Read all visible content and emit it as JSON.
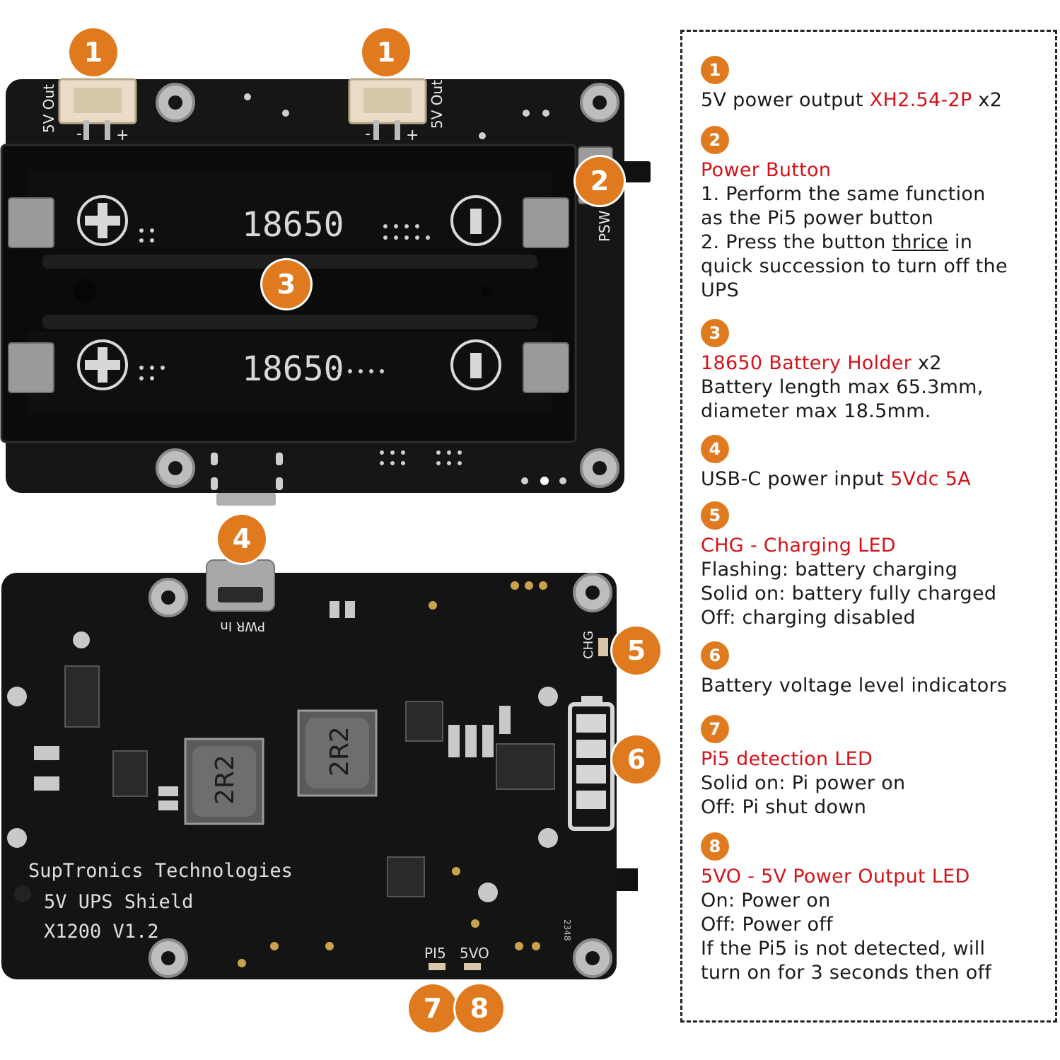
{
  "markers": [
    "1",
    "1",
    "2",
    "3",
    "4",
    "5",
    "6",
    "7",
    "8"
  ],
  "board_top": {
    "connector_label": "5V Out",
    "plus": "+",
    "minus": "-",
    "battery_label": "18650",
    "button_label": "PSW"
  },
  "board_bottom": {
    "usb_label": "PWR In",
    "chg_label": "CHG",
    "inductor_label": "2R2",
    "brand_line1": "SupTronics Technologies",
    "brand_line2": "5V UPS Shield",
    "brand_line3": "X1200 V1.2",
    "led_pi5": "PI5",
    "led_5vo": "5VO",
    "code": "2348"
  },
  "legend": {
    "i1": {
      "num": "1",
      "pre": "5V power output ",
      "red": "XH2.54-2P",
      "post": " x2"
    },
    "i2": {
      "num": "2",
      "title": "Power Button",
      "l1": "1. Perform the same function",
      "l2": "as the Pi5 power button",
      "l3a": "2. Press the button ",
      "l3u": "thrice",
      "l3b": " in",
      "l4": "quick succession to turn off the",
      "l5": "UPS"
    },
    "i3": {
      "num": "3",
      "red": "18650 Battery Holder",
      "post": " x2",
      "l1": "Battery length max 65.3mm,",
      "l2": "diameter max 18.5mm."
    },
    "i4": {
      "num": "4",
      "pre": "USB-C power input ",
      "red": "5Vdc 5A"
    },
    "i5": {
      "num": "5",
      "title": "CHG - Charging LED",
      "l1": "Flashing: battery charging",
      "l2": "Solid on: battery fully charged",
      "l3": "Off: charging disabled"
    },
    "i6": {
      "num": "6",
      "l1": "Battery voltage level indicators"
    },
    "i7": {
      "num": "7",
      "title": "Pi5 detection LED",
      "l1": "Solid on: Pi power on",
      "l2": "Off: Pi shut down"
    },
    "i8": {
      "num": "8",
      "title": "5VO - 5V Power Output LED",
      "l1": "On: Power on",
      "l2": "Off: Power off",
      "l3": "If the Pi5 is not detected, will",
      "l4": "turn on for 3 seconds then off"
    }
  }
}
